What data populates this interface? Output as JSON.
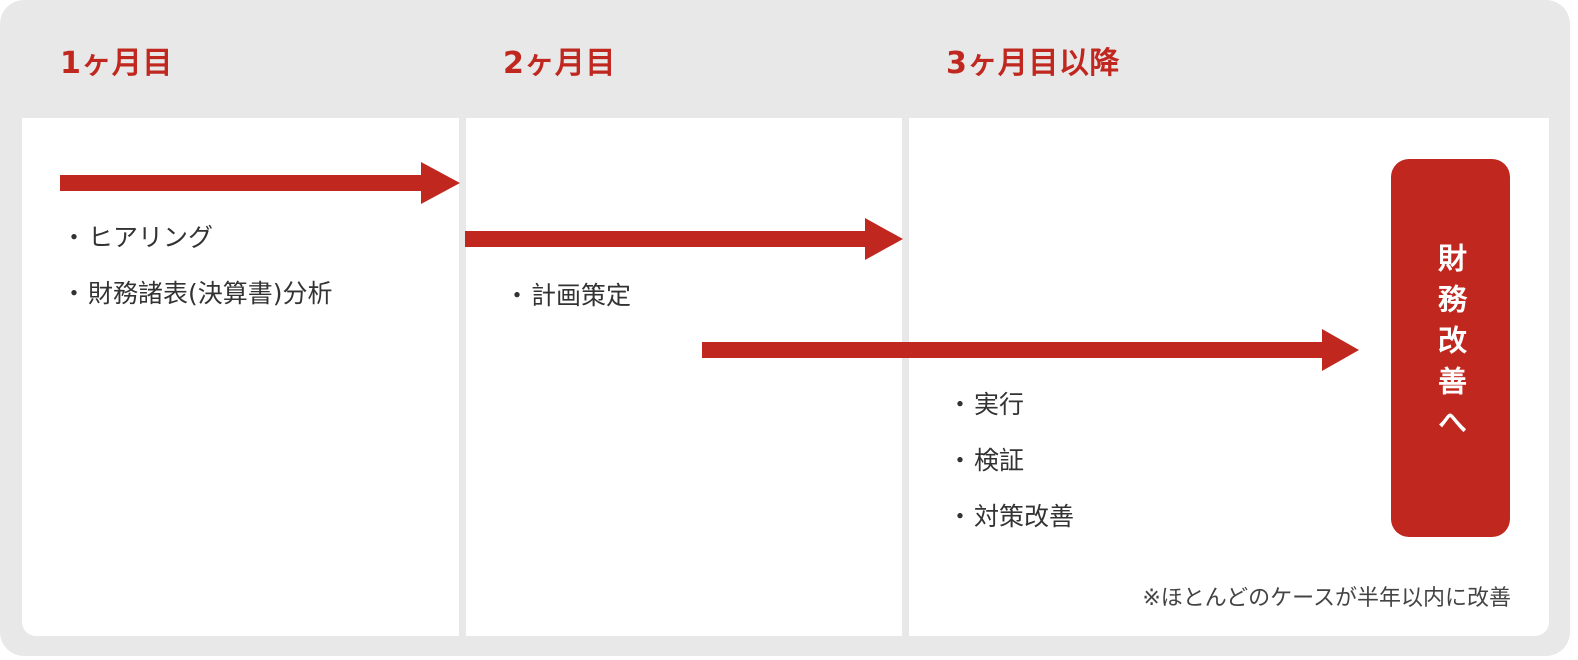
{
  "phases": [
    {
      "label": "1ヶ月目",
      "tasks": [
        "ヒアリング",
        "財務諸表(決算書)分析"
      ]
    },
    {
      "label": "2ヶ月目",
      "tasks": [
        "計画策定"
      ]
    },
    {
      "label": "3ヶ月目以降",
      "tasks": [
        "実行",
        "検証",
        "対策改善"
      ]
    }
  ],
  "bullet": "・",
  "goal": {
    "text": "財務改善へ"
  },
  "note": "※ほとんどのケースが半年以内に改善",
  "colors": {
    "accent": "#c0271f",
    "header_bg": "#e8e8e8",
    "panel_bg": "#ffffff",
    "text": "#333333"
  }
}
